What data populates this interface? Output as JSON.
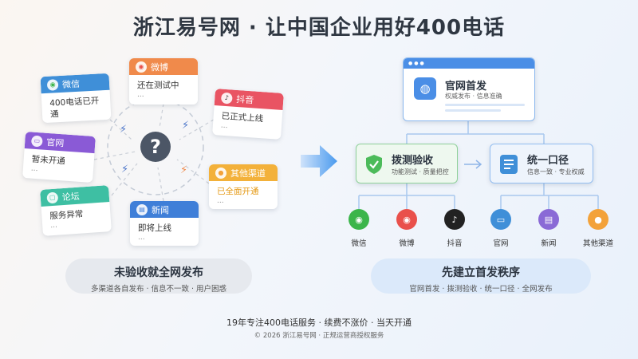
{
  "title": "浙江易号网 · 让中国企业用好400电话",
  "left": {
    "cards": [
      {
        "name": "微信",
        "status": "400电话已开通",
        "icon": "wechat-icon",
        "color": "#3f8fd8"
      },
      {
        "name": "微博",
        "status": "还在测试中",
        "icon": "weibo-icon",
        "color": "#f08a4b"
      },
      {
        "name": "抖音",
        "status": "已正式上线",
        "icon": "douyin-icon",
        "color": "#e95463"
      },
      {
        "name": "官网",
        "status": "暂未开通",
        "icon": "website-icon",
        "color": "#8a5ad6"
      },
      {
        "name": "其他渠道",
        "status": "已全面开通",
        "icon": "group-icon",
        "color": "#f3b13a"
      },
      {
        "name": "论坛",
        "status": "服务异常",
        "icon": "forum-icon",
        "color": "#3ebfa3"
      },
      {
        "name": "新闻",
        "status": "即将上线",
        "icon": "news-icon",
        "color": "#3f7fd8"
      }
    ],
    "ellipsis": "...",
    "center_symbol": "?",
    "pill_title": "未验收就全网发布",
    "pill_subtitle": "多渠道各自发布 · 信息不一致 · 用户困惑"
  },
  "right": {
    "top_node": {
      "title": "官网首发",
      "subtitle": "权威发布 · 信息准确",
      "icon": "globe-icon"
    },
    "check_node": {
      "title": "拨测验收",
      "subtitle": "功能测试 · 质量把控",
      "icon": "shield-check-icon"
    },
    "unify_node": {
      "title": "统一口径",
      "subtitle": "信息一致 · 专业权威",
      "icon": "document-icon"
    },
    "channels_left": [
      {
        "name": "微信",
        "icon": "wechat-icon",
        "color": "#3bb54a"
      },
      {
        "name": "微博",
        "icon": "weibo-icon",
        "color": "#e9504b"
      },
      {
        "name": "抖音",
        "icon": "douyin-icon",
        "color": "#222222"
      }
    ],
    "channels_right": [
      {
        "name": "官网",
        "icon": "monitor-icon",
        "color": "#3f8fd8"
      },
      {
        "name": "新闻",
        "icon": "news-icon",
        "color": "#8a6ad6"
      },
      {
        "name": "其他渠道",
        "icon": "group-icon",
        "color": "#f3a23a"
      }
    ],
    "pill_title": "先建立首发秩序",
    "pill_subtitle": "官网首发 · 拨测验收 · 统一口径 · 全网发布"
  },
  "footer": {
    "line1": "19年专注400电话服务 · 续费不涨价 · 当天开通",
    "line2": "© 2026 浙江易号网 · 正规运营商授权服务"
  }
}
